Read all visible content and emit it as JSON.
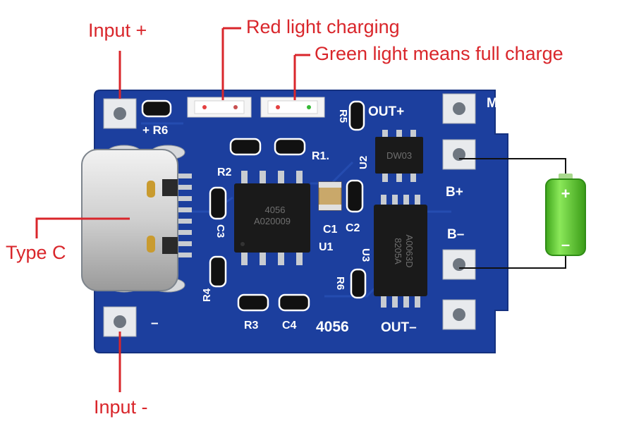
{
  "callouts": {
    "input_plus": "Input +",
    "red_light": "Red light charging",
    "green_light": "Green light means full charge",
    "type_c": "Type C",
    "input_minus": "Input -"
  },
  "silkscreen": {
    "plus_r6": "+ R6",
    "r2": "R2",
    "r1": "R1.",
    "r5": "R5",
    "out_plus": "OUT+",
    "m": "M",
    "u2": "U2",
    "b_plus": "B+",
    "b_minus": "B–",
    "c1": "C1",
    "c2": "C2",
    "u1": "U1",
    "c3": "C3",
    "r4": "R4",
    "r3": "R3",
    "c4": "C4",
    "board_id": "4056",
    "out_minus": "OUT–",
    "minus": "–",
    "u3": "U3",
    "r6b": "R6"
  },
  "chips": {
    "u1_line1": "4056",
    "u1_line2": "A020009",
    "u2_mark": "DW03",
    "u3_line1": "8205A",
    "u3_line2": "A0063D"
  },
  "battery": {
    "plus": "+",
    "minus": "–"
  },
  "colors": {
    "callout": "#d9262b",
    "pcb": "#1c3f9e",
    "battery": "#5ccd2a",
    "leader": "#d9262b"
  }
}
